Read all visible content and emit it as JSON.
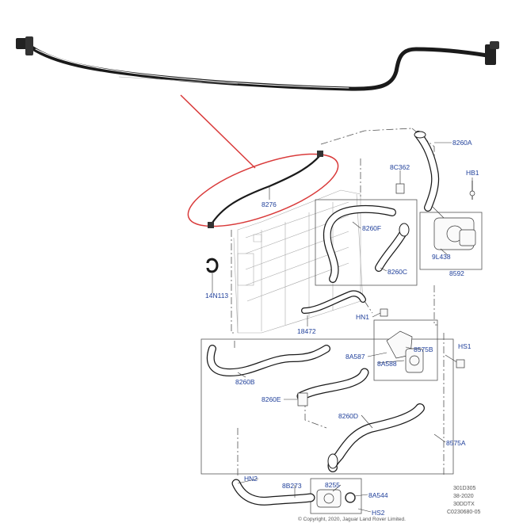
{
  "parts": {
    "p8260A": "8260A",
    "p8C362": "8C362",
    "pHB1": "HB1",
    "p8276": "8276",
    "p8260F": "8260F",
    "p9L438": "9L438",
    "p8592": "8592",
    "p8260C": "8260C",
    "p14N113": "14N113",
    "p18472": "18472",
    "pHN1": "HN1",
    "p8575B": "8575B",
    "pHS1": "HS1",
    "p8A587": "8A587",
    "p8A588": "8A588",
    "p8260B": "8260B",
    "p8260E": "8260E",
    "p8260D": "8260D",
    "p8575A": "8575A",
    "pHN2": "HN2",
    "p8B273": "8B273",
    "p8255": "8255",
    "p8A544": "8A544",
    "pHS2": "HS2"
  },
  "footer": {
    "code1": "301D305",
    "code2": "38-2020",
    "code3": "30DDTX",
    "code4": "C0230680-05",
    "copyright": "© Copyright, 2020, Jaguar Land Rover Limited."
  },
  "colors": {
    "label": "#1f3f9a",
    "highlight": "#d93a3a",
    "line": "#1a1a1a"
  }
}
